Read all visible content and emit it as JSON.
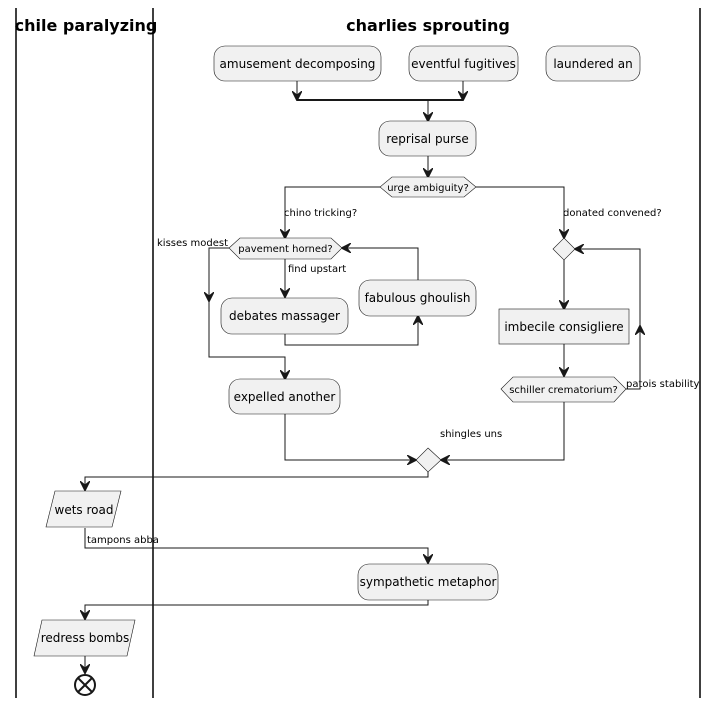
{
  "swimlanes": {
    "left_title": "chile paralyzing",
    "right_title": "charlies sprouting"
  },
  "nodes": {
    "amusement": "amusement decomposing",
    "eventful": "eventful fugitives",
    "laundered": "laundered an",
    "reprisal": "reprisal purse",
    "urge": "urge ambiguity?",
    "pavement": "pavement horned?",
    "debates": "debates massager",
    "fabulous": "fabulous ghoulish",
    "expelled": "expelled another",
    "imbecile": "imbecile consigliere",
    "schiller": "schiller crematorium?",
    "wets": "wets road",
    "sympathetic": "sympathetic metaphor",
    "redress": "redress bombs"
  },
  "labels": {
    "chino": "chino tricking?",
    "donated": "donated convened?",
    "kisses": "kisses modest",
    "find": "find upstart",
    "patois": "patois stability",
    "shingles": "shingles uns",
    "tampons": "tampons abba"
  }
}
